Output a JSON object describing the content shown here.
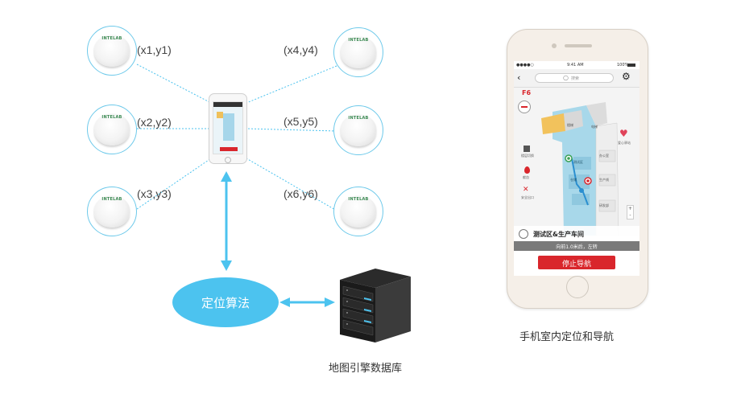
{
  "beacons": [
    {
      "coord": "(x1,y1)",
      "logo": "INTELAB"
    },
    {
      "coord": "(x2,y2)",
      "logo": "INTELAB"
    },
    {
      "coord": "(x3,y3)",
      "logo": "INTELAB"
    },
    {
      "coord": "(x4,y4)",
      "logo": "INTELAB"
    },
    {
      "coord": "(x5,y5)",
      "logo": "INTELAB"
    },
    {
      "coord": "(x6,y6)",
      "logo": "INTELAB"
    }
  ],
  "algorithm_label": "定位算法",
  "server_label": "地图引擎数据库",
  "phone_caption": "手机室内定位和导航",
  "phone": {
    "status_time": "9:41 AM",
    "battery": "100%",
    "search_placeholder": "搜索",
    "floor": "F6",
    "left_tools": [
      "楼层切换",
      "献血",
      "安全出口"
    ],
    "right_tool": "爱心驿站",
    "zone_labels": [
      "楼梯",
      "电梯",
      "测试区",
      "仓储",
      "办公室",
      "生产线",
      "研发部"
    ],
    "location_title": "测试区&生产车间",
    "direction": "向前1.0米后，左转",
    "stop_button": "停止导航",
    "zoom_plus": "+",
    "zoom_minus": "-"
  },
  "colors": {
    "connector": "#4cc3ef",
    "beacon_ring": "#6dc9ea",
    "ellipse": "#4cc3ef",
    "stop_button": "#d9262c",
    "floor_label": "#d9262c"
  }
}
